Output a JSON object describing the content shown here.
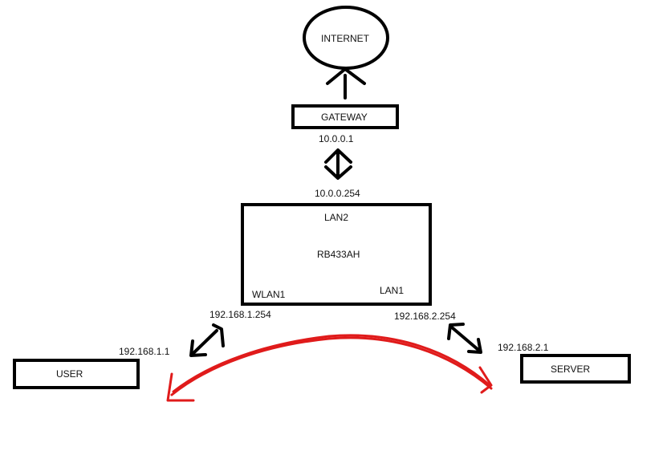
{
  "nodes": {
    "internet": "INTERNET",
    "gateway": "GATEWAY",
    "router": {
      "name": "RB433AH",
      "port_lan2": "LAN2",
      "port_wlan1": "WLAN1",
      "port_lan1": "LAN1"
    },
    "user": "USER",
    "server": "SERVER"
  },
  "addresses": {
    "gateway_ip": "10.0.0.1",
    "router_lan2_ip": "10.0.0.254",
    "router_wlan1_ip": "192.168.1.254",
    "router_lan1_ip": "192.168.2.254",
    "user_ip": "192.168.1.1",
    "server_ip": "192.168.2.1"
  },
  "colors": {
    "stroke": "#000000",
    "highlight": "#e01b1b"
  }
}
